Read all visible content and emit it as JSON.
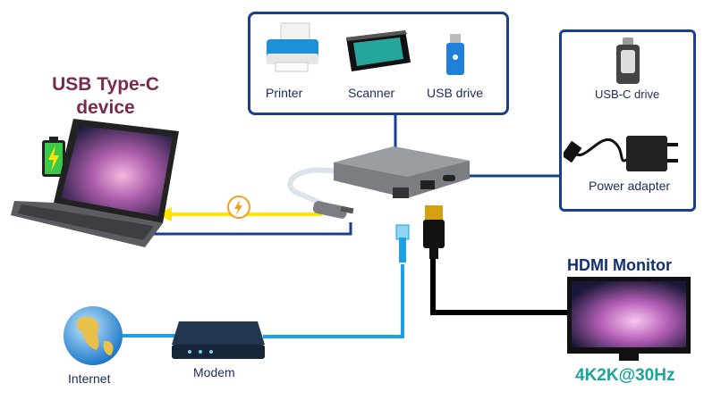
{
  "device": {
    "title_line1": "USB Type-C",
    "title_line2": "device"
  },
  "peripherals": {
    "printer": "Printer",
    "scanner": "Scanner",
    "usb_drive": "USB drive"
  },
  "power_box": {
    "usbc_drive": "USB-C drive",
    "power_adapter": "Power adapter"
  },
  "network": {
    "internet": "Internet",
    "modem": "Modem"
  },
  "monitor": {
    "title": "HDMI Monitor",
    "resolution": "4K2K@30Hz"
  },
  "colors": {
    "box_border": "#1a3f8f",
    "cable_yellow": "#ffe600",
    "cable_blue": "#1ea0e6",
    "cable_black": "#000000",
    "title_purple": "#7a2a52",
    "res_teal": "#1aa59a"
  },
  "icons": [
    "battery-icon",
    "power-bolt-icon",
    "globe-icon",
    "printer-icon",
    "scanner-icon",
    "usb-drive-icon",
    "usbc-drive-icon",
    "power-adapter-icon",
    "laptop-icon",
    "hub-icon",
    "modem-icon",
    "monitor-icon"
  ]
}
